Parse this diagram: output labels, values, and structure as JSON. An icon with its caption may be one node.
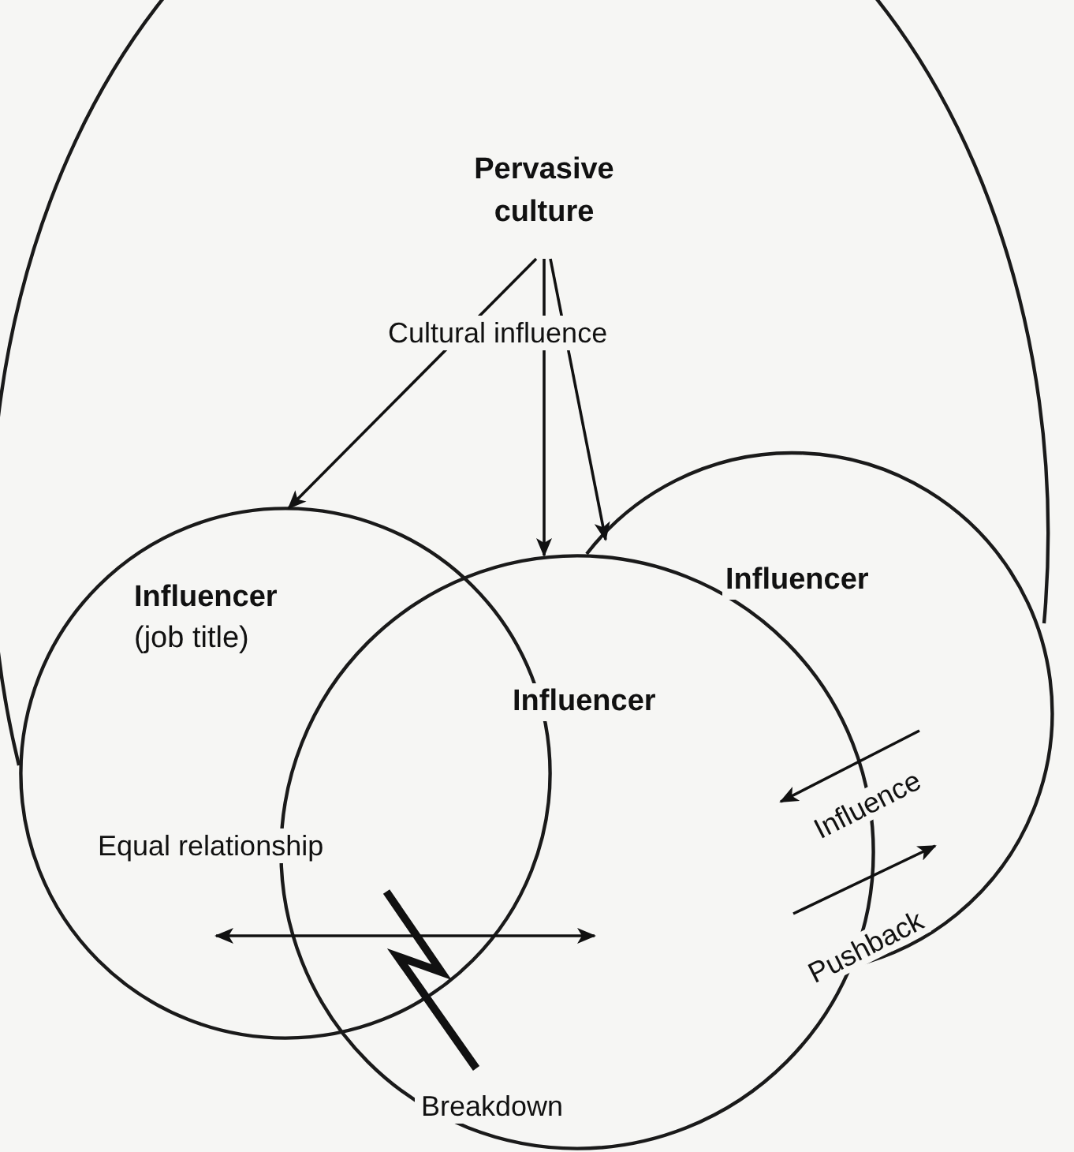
{
  "diagram": {
    "nodes": [
      {
        "text": [],
        "shape": "circle"
      },
      {
        "text": [
          "Pervasive culture"
        ],
        "in": 0
      },
      {
        "text": [
          "Influencer",
          "(job title)"
        ]
      },
      {
        "text": [
          "Influencer"
        ]
      },
      {
        "text": [
          "Influencer"
        ]
      }
    ],
    "edges": [
      {
        "from": 1,
        "to": 2,
        "arrow": "to"
      },
      {
        "from": 1,
        "to": 4,
        "arrow": "to"
      },
      {
        "from": 1,
        "to": 3,
        "arrow": "to"
      },
      {
        "from": 2,
        "to": 4,
        "arrow": "both"
      },
      {
        "from": 3,
        "to": 4,
        "arrow": "to",
        "label": "Influence"
      },
      {
        "from": 4,
        "to": 3,
        "arrow": "to",
        "label": "Pushback"
      }
    ],
    "labels": [
      "Cultural influence",
      "Equal relationship",
      "Breakdown"
    ]
  }
}
